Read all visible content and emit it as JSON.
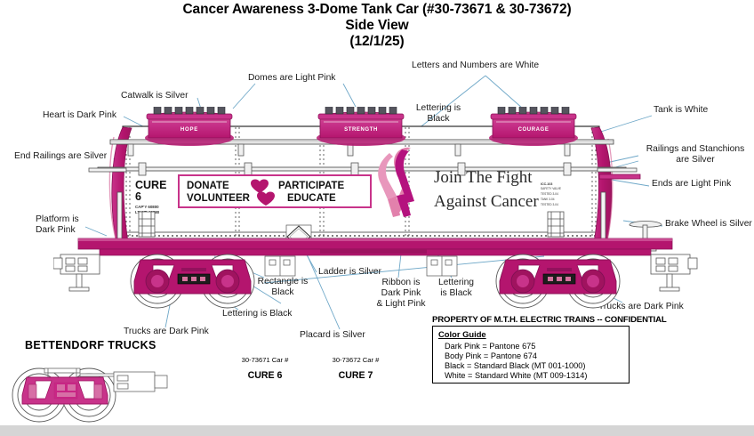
{
  "title": {
    "line1": "Cancer Awareness 3-Dome Tank Car (#30-73671 & 30-73672)",
    "line2": "Side View",
    "line3": "(12/1/25)"
  },
  "callouts": [
    {
      "id": "heart",
      "text": "Heart is Dark Pink"
    },
    {
      "id": "catwalk",
      "text": "Catwalk is Silver"
    },
    {
      "id": "domes",
      "text": "Domes are Light Pink"
    },
    {
      "id": "letters-white",
      "text": "Letters and Numbers are White"
    },
    {
      "id": "lettering-black-top",
      "text": "Lettering is\nBlack"
    },
    {
      "id": "tank-white",
      "text": "Tank is White"
    },
    {
      "id": "railings",
      "text": "Railings and Stanchions\nare Silver"
    },
    {
      "id": "ends-light-pink",
      "text": "Ends are Light Pink"
    },
    {
      "id": "brake-wheel",
      "text": "Brake Wheel is Silver"
    },
    {
      "id": "end-railings",
      "text": "End Railings are Silver"
    },
    {
      "id": "platform",
      "text": "Platform is\nDark Pink"
    },
    {
      "id": "rectangle-black",
      "text": "Rectangle is\nBlack"
    },
    {
      "id": "ladder",
      "text": "Ladder is Silver"
    },
    {
      "id": "ribbon",
      "text": "Ribbon is\nDark Pink\n& Light Pink"
    },
    {
      "id": "lettering-black-bottom",
      "text": "Lettering\nis Black"
    },
    {
      "id": "lettering-black-trucks",
      "text": "Lettering is Black"
    },
    {
      "id": "trucks-left",
      "text": "Trucks are Dark Pink"
    },
    {
      "id": "trucks-right",
      "text": "Trucks are Dark Pink"
    },
    {
      "id": "placard",
      "text": "Placard is Silver"
    }
  ],
  "car": {
    "domes": [
      "HOPE",
      "STRENGTH",
      "COURAGE"
    ],
    "reporting_mark": "CURE",
    "reporting_number": "6",
    "capacity_line1": "CAP'Y 60800",
    "capacity_line2": "LT WT. 49880",
    "slogan_line1": "Join The Fight",
    "slogan_line2": "Against Cancer",
    "panel": {
      "word1": "DONATE",
      "word2": "VOLUNTEER",
      "word3": "PARTICIPATE",
      "word4": "EDUCATE"
    },
    "data_stencil": [
      "ICC-103",
      "SAFETY VALVE",
      "TESTED",
      "TANK",
      "TESTED"
    ]
  },
  "bottom": {
    "bettendorf": "BETTENDORF  TRUCKS",
    "cars": [
      {
        "number": "30-73671 Car #",
        "name": "CURE 6"
      },
      {
        "number": "30-73672 Car #",
        "name": "CURE 7"
      }
    ]
  },
  "confidential": "PROPERTY OF M.T.H. ELECTRIC TRAINS -- CONFIDENTIAL",
  "color_guide": {
    "title": "Color Guide",
    "rows": [
      "Dark Pink = Pantone 675",
      "Body Pink = Pantone 674",
      "Black = Standard Black (MT 001-1000)",
      "White = Standard White (MT 009-1314)"
    ]
  },
  "colors": {
    "dark_pink": "#B4156E",
    "light_pink": "#E281AC",
    "mid_pink": "#C8338A",
    "silver": "#8a8a8a",
    "leader": "#6fa8c8",
    "white": "#ffffff",
    "black": "#000000"
  }
}
